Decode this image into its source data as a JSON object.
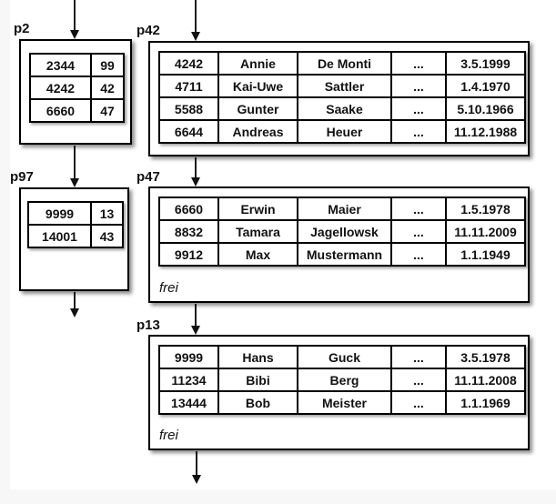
{
  "colors": {
    "background": "#ffffff",
    "margin": "#f7f7f7",
    "line": "#1d1d1d",
    "box_border": "#000000",
    "text": "#111111"
  },
  "pages": {
    "p2": {
      "label": "p2",
      "rows": [
        [
          "2344",
          "99"
        ],
        [
          "4242",
          "42"
        ],
        [
          "6660",
          "47"
        ]
      ]
    },
    "p97": {
      "label": "p97",
      "rows": [
        [
          "9999",
          "13"
        ],
        [
          "14001",
          "43"
        ]
      ]
    },
    "p42": {
      "label": "p42",
      "rows": [
        [
          "4242",
          "Annie",
          "De Monti",
          "...",
          "3.5.1999"
        ],
        [
          "4711",
          "Kai-Uwe",
          "Sattler",
          "...",
          "1.4.1970"
        ],
        [
          "5588",
          "Gunter",
          "Saake",
          "...",
          "5.10.1966"
        ],
        [
          "6644",
          "Andreas",
          "Heuer",
          "...",
          "11.12.1988"
        ]
      ]
    },
    "p47": {
      "label": "p47",
      "rows": [
        [
          "6660",
          "Erwin",
          "Maier",
          "...",
          "1.5.1978"
        ],
        [
          "8832",
          "Tamara",
          "Jagellowsk",
          "...",
          "11.11.2009"
        ],
        [
          "9912",
          "Max",
          "Mustermann",
          "...",
          "1.1.1949"
        ]
      ],
      "free_label": "frei"
    },
    "p13": {
      "label": "p13",
      "rows": [
        [
          "9999",
          "Hans",
          "Guck",
          "...",
          "3.5.1978"
        ],
        [
          "11234",
          "Bibi",
          "Berg",
          "...",
          "11.11.2008"
        ],
        [
          "13444",
          "Bob",
          "Meister",
          "...",
          "1.1.1969"
        ]
      ],
      "free_label": "frei"
    }
  },
  "links": [
    {
      "from": "top",
      "to": "p2"
    },
    {
      "from": "top",
      "to": "p42"
    },
    {
      "from": "p2",
      "to": "p97"
    },
    {
      "from": "p97",
      "to": "out"
    },
    {
      "from": "p42",
      "to": "p47"
    },
    {
      "from": "p47",
      "to": "p13"
    },
    {
      "from": "p13",
      "to": "out"
    }
  ]
}
